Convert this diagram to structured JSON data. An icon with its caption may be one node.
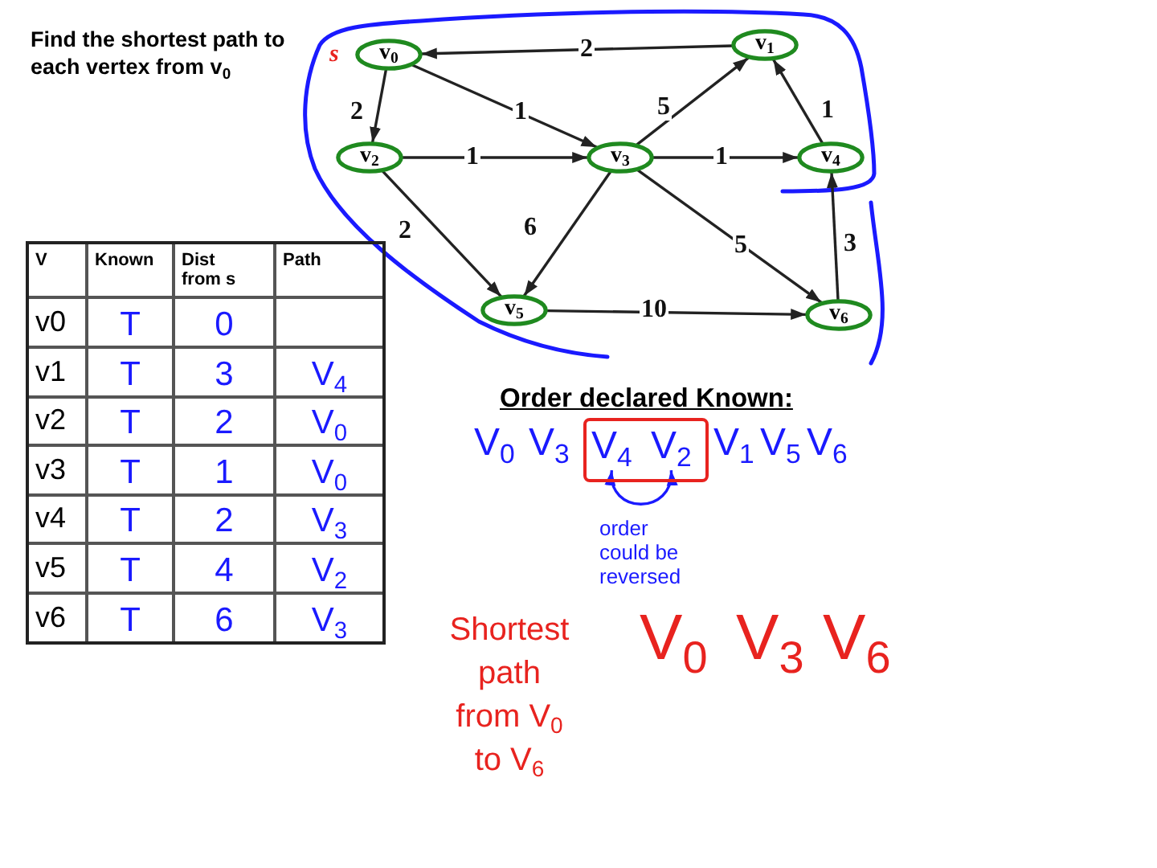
{
  "diagram": {
    "title": "Find the shortest path to each vertex from v$_{0}$",
    "nodes": [
      {
        "text": [
          "v$_{0}$"
        ],
        "beside": [
          "s"
        ]
      },
      {
        "text": [
          "v$_{1}$"
        ]
      },
      {
        "text": [
          "v$_{2}$"
        ]
      },
      {
        "text": [
          "v$_{3}$"
        ]
      },
      {
        "text": [
          "v$_{4}$"
        ]
      },
      {
        "text": [
          "v$_{5}$"
        ]
      },
      {
        "text": [
          "v$_{6}$"
        ]
      },
      {
        "text": [],
        "shape": "box"
      },
      {
        "text": [
          "V$_{4}$"
        ],
        "in": 7
      },
      {
        "text": [
          "V$_{2}$"
        ],
        "in": 7
      }
    ],
    "edges": [
      {
        "from": 1,
        "to": 0,
        "arrow": "to",
        "label": "2"
      },
      {
        "from": 0,
        "to": 2,
        "arrow": "to",
        "label": "2"
      },
      {
        "from": 0,
        "to": 3,
        "arrow": "to",
        "label": "1"
      },
      {
        "from": 3,
        "to": 1,
        "arrow": "to",
        "label": "5"
      },
      {
        "from": 2,
        "to": 3,
        "arrow": "to",
        "label": "1"
      },
      {
        "from": 3,
        "to": 4,
        "arrow": "to",
        "label": "1"
      },
      {
        "from": 4,
        "to": 1,
        "arrow": "to",
        "label": "1"
      },
      {
        "from": 2,
        "to": 5,
        "arrow": "to",
        "label": "2"
      },
      {
        "from": 3,
        "to": 5,
        "arrow": "to",
        "label": "6"
      },
      {
        "from": 3,
        "to": 6,
        "arrow": "to",
        "label": "5"
      },
      {
        "from": 6,
        "to": 4,
        "arrow": "to",
        "label": "3"
      },
      {
        "from": 5,
        "to": 6,
        "arrow": "to",
        "label": "10"
      },
      {
        "from": 8,
        "to": 9,
        "arrow": "both",
        "color": "#1a1aff"
      }
    ],
    "labels": [
      "V",
      "Known",
      "Dist from s",
      "Path",
      "v0",
      "T",
      "0",
      "v1",
      "T",
      "3",
      "V$_{4}$",
      "v2",
      "T",
      "2",
      "V$_{0}$",
      "v3",
      "T",
      "1",
      "V$_{0}$",
      "v4",
      "T",
      "2",
      "V$_{3}$",
      "v5",
      "T",
      "4",
      "V$_{2}$",
      "v6",
      "T",
      "6",
      "V$_{3}$",
      "Order declared Known:",
      "V$_{0}$",
      "V$_{3}$",
      "V$_{1}$",
      "V$_{5}$",
      "V$_{6}$",
      "order could be reversed",
      "Shortest path from V$_{0}$ to V$_{6}$",
      "V$_{0}$",
      "V$_{3}$",
      "V$_{6}$"
    ]
  }
}
